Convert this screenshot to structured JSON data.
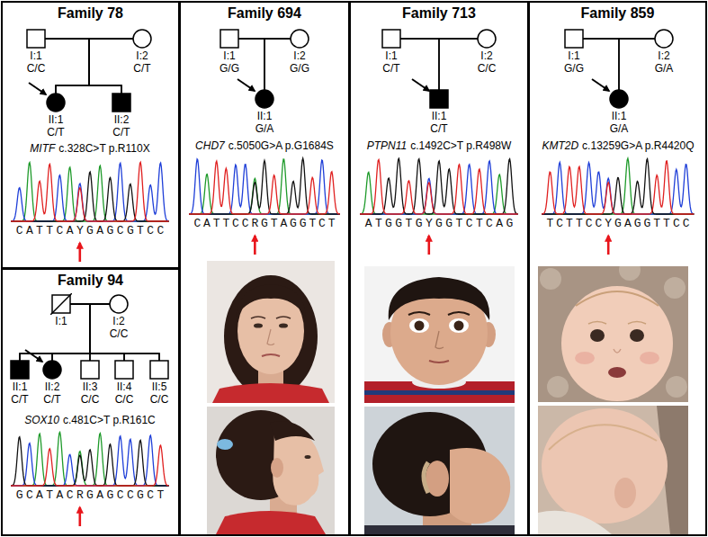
{
  "diagram": {
    "nodes": [
      {
        "text": [
          "Family 78"
        ]
      },
      {
        "text": [
          "I:1",
          "C/C"
        ],
        "in": 0
      },
      {
        "text": [
          "I:2",
          "C/T"
        ],
        "in": 0
      },
      {
        "text": [
          "II:1",
          "C/T"
        ],
        "in": 0
      },
      {
        "text": [
          "II:2",
          "C/T"
        ],
        "in": 0
      },
      {
        "text": [
          "Family 94"
        ]
      },
      {
        "text": [
          "I:1"
        ],
        "in": 5
      },
      {
        "text": [
          "I:2",
          "C/C"
        ],
        "in": 5
      },
      {
        "text": [
          "II:1",
          "C/T"
        ],
        "in": 5
      },
      {
        "text": [
          "II:2",
          "C/T"
        ],
        "in": 5
      },
      {
        "text": [
          "II:3",
          "C/C"
        ],
        "in": 5
      },
      {
        "text": [
          "II:4",
          "C/C"
        ],
        "in": 5
      },
      {
        "text": [
          "II:5",
          "C/C"
        ],
        "in": 5
      },
      {
        "text": [
          "Family 694"
        ]
      },
      {
        "text": [
          "I:1",
          "G/G"
        ],
        "in": 13
      },
      {
        "text": [
          "I:2",
          "G/G"
        ],
        "in": 13
      },
      {
        "text": [
          "II:1",
          "G/A"
        ],
        "in": 13
      },
      {
        "text": [
          "Family 713"
        ]
      },
      {
        "text": [
          "I:1",
          "C/T"
        ],
        "in": 17
      },
      {
        "text": [
          "I:2",
          "C/C"
        ],
        "in": 17
      },
      {
        "text": [
          "II:1",
          "C/T"
        ],
        "in": 17
      },
      {
        "text": [
          "Family 859"
        ]
      },
      {
        "text": [
          "I:1",
          "G/G"
        ],
        "in": 21
      },
      {
        "text": [
          "I:2",
          "G/A"
        ],
        "in": 21
      },
      {
        "text": [
          "II:1",
          "G/A"
        ],
        "in": 21
      }
    ],
    "edges": [
      {
        "from": 1,
        "to": 2,
        "arrow": "none"
      },
      {
        "from": 1,
        "to": 3,
        "arrow": "none"
      },
      {
        "from": 1,
        "to": 4,
        "arrow": "none"
      },
      {
        "from": 2,
        "to": 3,
        "arrow": "none"
      },
      {
        "from": 2,
        "to": 4,
        "arrow": "none"
      },
      {
        "from": 6,
        "to": 7,
        "arrow": "none"
      },
      {
        "from": 6,
        "to": 8,
        "arrow": "none"
      },
      {
        "from": 6,
        "to": 9,
        "arrow": "none"
      },
      {
        "from": 6,
        "to": 10,
        "arrow": "none"
      },
      {
        "from": 6,
        "to": 11,
        "arrow": "none"
      },
      {
        "from": 6,
        "to": 12,
        "arrow": "none"
      },
      {
        "from": 7,
        "to": 8,
        "arrow": "none"
      },
      {
        "from": 7,
        "to": 9,
        "arrow": "none"
      },
      {
        "from": 7,
        "to": 10,
        "arrow": "none"
      },
      {
        "from": 7,
        "to": 11,
        "arrow": "none"
      },
      {
        "from": 7,
        "to": 12,
        "arrow": "none"
      },
      {
        "from": 14,
        "to": 15,
        "arrow": "none"
      },
      {
        "from": 14,
        "to": 16,
        "arrow": "none"
      },
      {
        "from": 15,
        "to": 16,
        "arrow": "none"
      },
      {
        "from": 18,
        "to": 19,
        "arrow": "none"
      },
      {
        "from": 18,
        "to": 20,
        "arrow": "none"
      },
      {
        "from": 19,
        "to": 20,
        "arrow": "none"
      },
      {
        "from": 22,
        "to": 23,
        "arrow": "none"
      },
      {
        "from": 22,
        "to": 24,
        "arrow": "none"
      },
      {
        "from": 23,
        "to": 24,
        "arrow": "none"
      }
    ],
    "labels": [
      "MITF",
      "c.328C>T p.R110X",
      "CATTCAYGAGCGTCC",
      "SOX10",
      "c.481C>T p.R161C",
      "GCATACRGAGCCGCT",
      "CHD7",
      "c.5050G>A p.G1684S",
      "CATTCCRGTAGGTCT",
      "PTPN11",
      "c.1492C>T p.R498W",
      "ATGGTGYGGTCTCAG",
      "KMT2D",
      "c.13259G>A p.R4420Q",
      "TCTTCCYGAGGTTCC"
    ]
  }
}
